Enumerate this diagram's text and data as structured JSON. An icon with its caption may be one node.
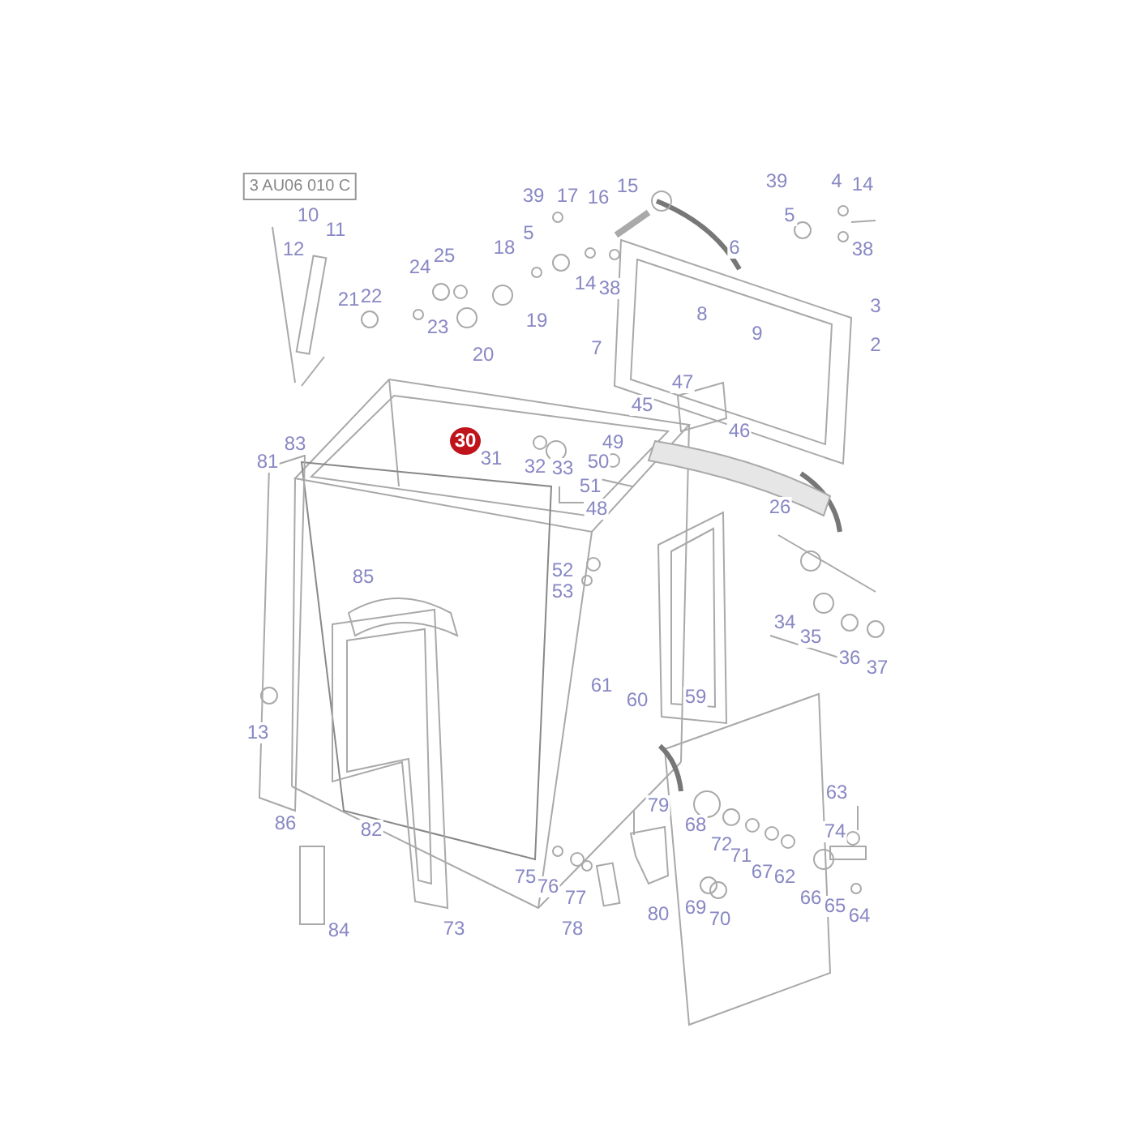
{
  "diagram": {
    "labels": [
      "3 AU06 010 C",
      "39",
      "17",
      "16",
      "15",
      "39",
      "4",
      "14",
      "10",
      "11",
      "12",
      "5",
      "5",
      "38",
      "25",
      "18",
      "6",
      "24",
      "14",
      "38",
      "21",
      "22",
      "8",
      "19",
      "3",
      "9",
      "23",
      "20",
      "7",
      "2",
      "47",
      "45",
      "30",
      "46",
      "31",
      "49",
      "32",
      "33",
      "50",
      "51",
      "48",
      "83",
      "81",
      "26",
      "52",
      "53",
      "85",
      "34",
      "35",
      "36",
      "37",
      "61",
      "60",
      "59",
      "13",
      "86",
      "63",
      "79",
      "68",
      "74",
      "72",
      "71",
      "67",
      "62",
      "82",
      "75",
      "76",
      "77",
      "84",
      "73",
      "78",
      "80",
      "69",
      "70",
      "66",
      "65",
      "64"
    ]
  }
}
